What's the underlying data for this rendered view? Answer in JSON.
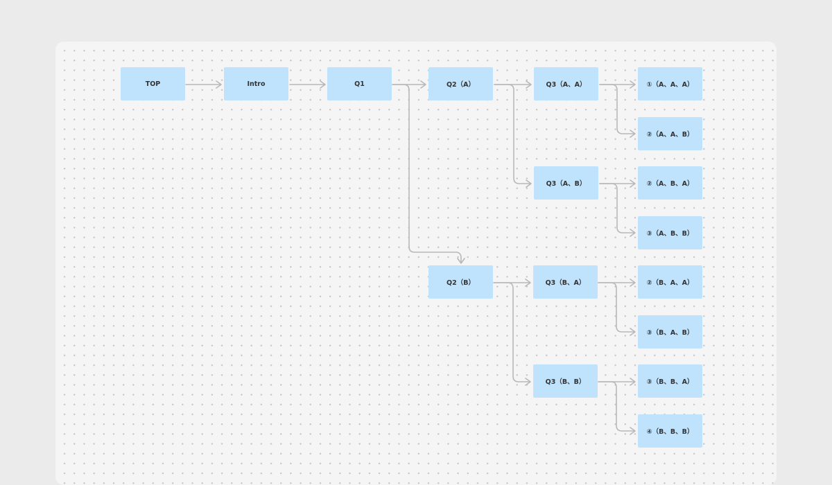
{
  "flowchart": {
    "nodes": {
      "top": "TOP",
      "intro": "Intro",
      "q1": "Q1",
      "q2a": "Q2（A）",
      "q2b": "Q2（B）",
      "q3aa": "Q3（A、A）",
      "q3ab": "Q3（A、B）",
      "q3ba": "Q3（B、A）",
      "q3bb": "Q3（B、B）",
      "r_aaa": "①（A、A、A）",
      "r_aab": "②（A、A、B）",
      "r_aba": "②（A、B、A）",
      "r_abb": "③（A、B、B）",
      "r_baa": "②（B、A、A）",
      "r_bab": "③（B、A、B）",
      "r_bba": "③（B、B、A）",
      "r_bbb": "④（B、B、B）"
    }
  },
  "colors": {
    "node_fill": "#bfe3fd",
    "connector": "#b8b8b8",
    "canvas": "#f5f5f5",
    "background": "#ebebeb"
  }
}
